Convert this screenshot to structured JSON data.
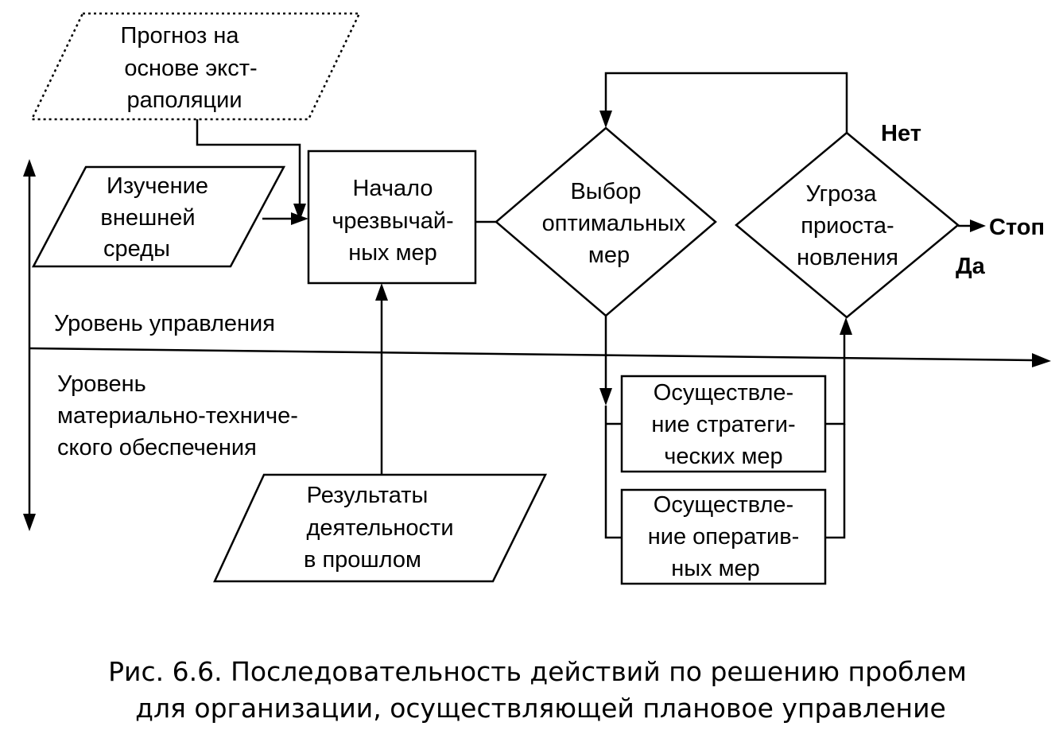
{
  "nodes": {
    "forecast": [
      "Прогноз на",
      "основе экст-",
      "раполяции"
    ],
    "environment": [
      "Изучение",
      "внешней",
      "среды"
    ],
    "start_measures": [
      "Начало",
      "чрезвычай-",
      "ных мер"
    ],
    "choose_optimal": [
      "Выбор",
      "оптимальных",
      "мер"
    ],
    "suspension_threat": [
      "Угроза",
      "приоста-",
      "новления"
    ],
    "past_results": [
      "Результаты",
      "деятельности",
      "в прошлом"
    ],
    "strategic": [
      "Осуществле-",
      "ние стратеги-",
      "ческих мер"
    ],
    "operative": [
      "Осуществле-",
      "ние оператив-",
      "ных мер"
    ]
  },
  "labels": {
    "no": "Нет",
    "yes": "Да",
    "stop": "Стоп",
    "management_level": "Уровень управления",
    "material_level": [
      "Уровень",
      "материально-техниче-",
      "ского обеспечения"
    ]
  },
  "caption": [
    "Рис. 6.6. Последовательность действий по решению проблем",
    "для организации, осуществляющей плановое управление"
  ]
}
